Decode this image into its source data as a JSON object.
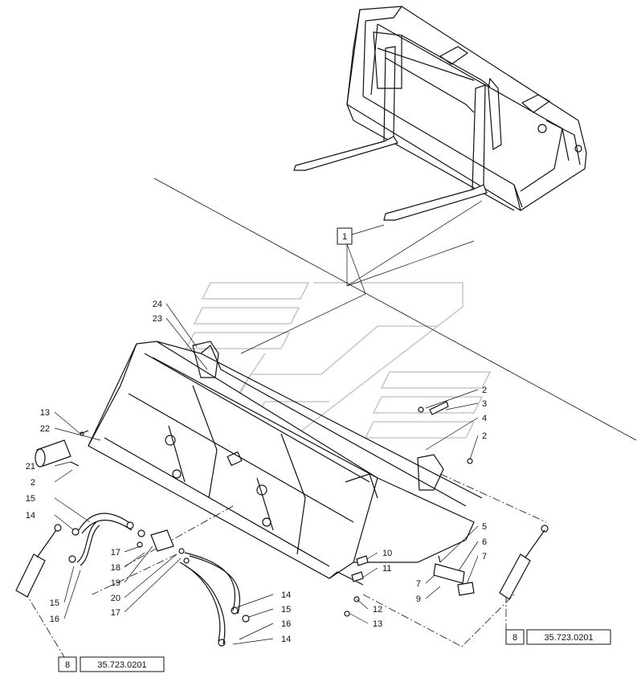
{
  "callouts": [
    {
      "n": "24"
    },
    {
      "n": "23"
    },
    {
      "n": "13"
    },
    {
      "n": "22"
    },
    {
      "n": "21"
    },
    {
      "n": "2"
    },
    {
      "n": "15"
    },
    {
      "n": "14"
    },
    {
      "n": "17"
    },
    {
      "n": "18"
    },
    {
      "n": "19"
    },
    {
      "n": "20"
    },
    {
      "n": "17"
    },
    {
      "n": "15"
    },
    {
      "n": "16"
    },
    {
      "n": "14"
    },
    {
      "n": "15"
    },
    {
      "n": "16"
    },
    {
      "n": "14"
    },
    {
      "n": "2"
    },
    {
      "n": "3"
    },
    {
      "n": "4"
    },
    {
      "n": "2"
    },
    {
      "n": "5"
    },
    {
      "n": "6"
    },
    {
      "n": "7"
    },
    {
      "n": "7"
    },
    {
      "n": "9"
    },
    {
      "n": "10"
    },
    {
      "n": "11"
    },
    {
      "n": "12"
    },
    {
      "n": "13"
    }
  ],
  "group_marker": "1",
  "refs": [
    {
      "qty": "8",
      "code": "35.723.0201"
    },
    {
      "qty": "8",
      "code": "35.723.0201"
    }
  ]
}
